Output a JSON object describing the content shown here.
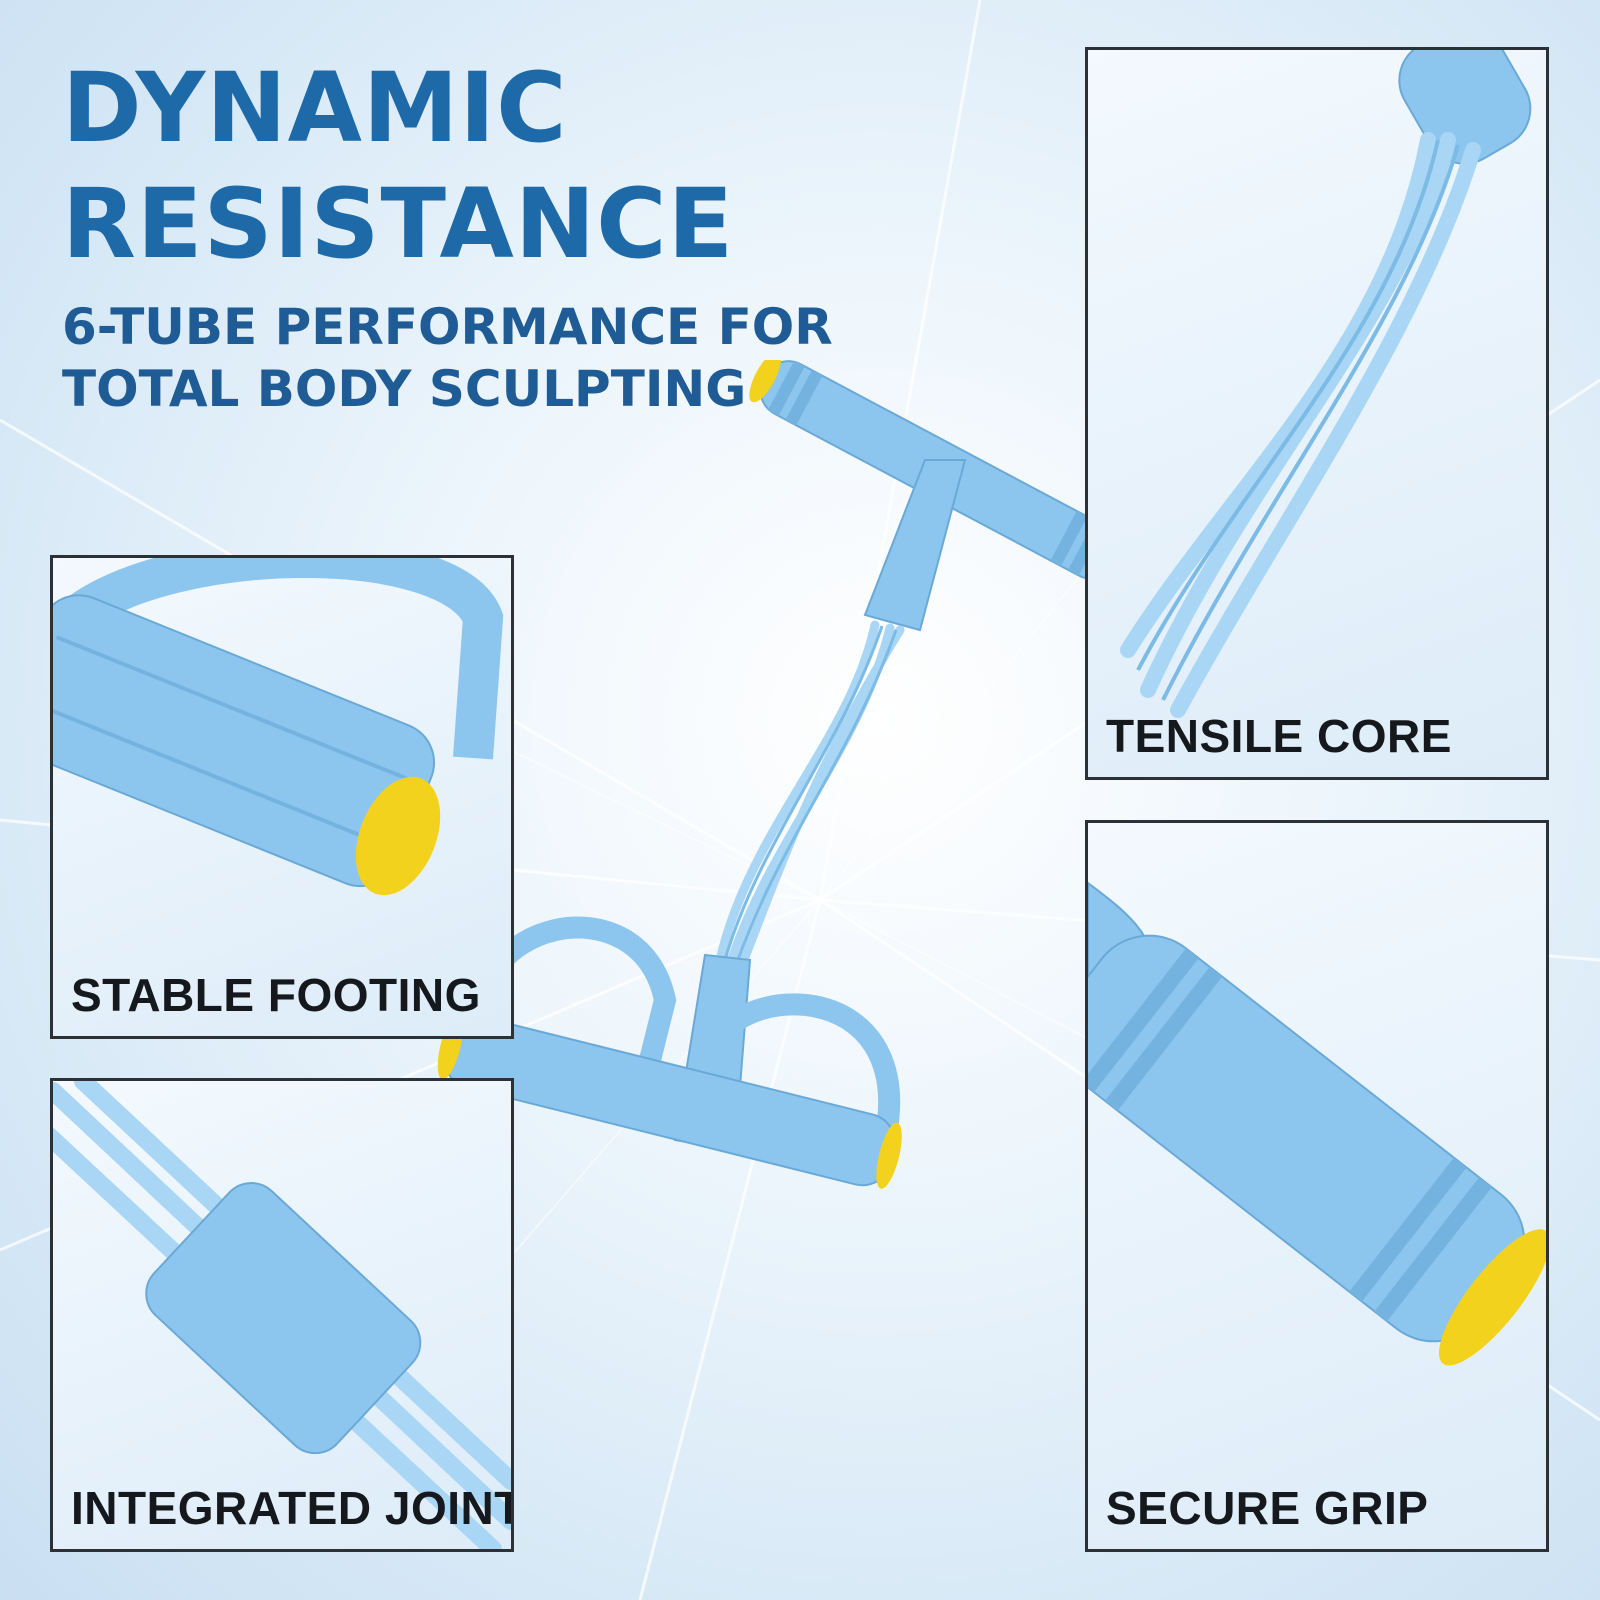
{
  "headline": {
    "line1": "DYNAMIC",
    "line2": "RESISTANCE",
    "sub_line1": "6-TUBE PERFORMANCE FOR",
    "sub_line2": "TOTAL BODY SCULPTING"
  },
  "panels": {
    "tensile_core": "TENSILE CORE",
    "stable_footing": "STABLE FOOTING",
    "integrated_joint": "INTEGRATED JOINT",
    "secure_grip": "SECURE GRIP"
  },
  "colors": {
    "headline": "#1e6aa8",
    "product_blue": "#8cc6ee",
    "cap_yellow": "#f2d21c",
    "panel_border": "#2c3136"
  }
}
